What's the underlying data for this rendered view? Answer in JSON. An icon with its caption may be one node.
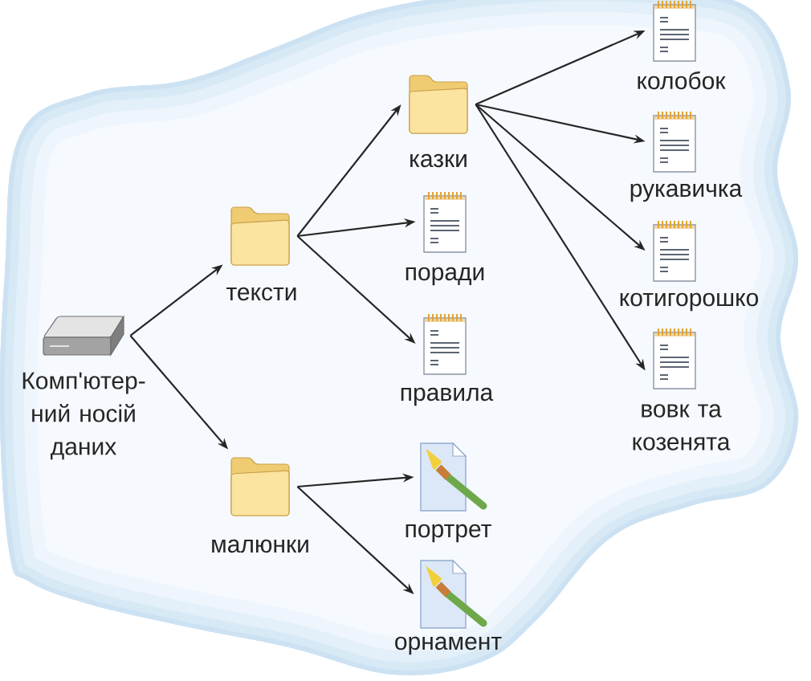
{
  "diagram": {
    "nodes": [
      {
        "text": [
          "Комп'ютер- ний носій даних"
        ]
      },
      {
        "text": [
          "тексти"
        ]
      },
      {
        "text": [
          "малюнки"
        ]
      },
      {
        "text": [
          "казки"
        ]
      },
      {
        "text": [
          "поради"
        ]
      },
      {
        "text": [
          "правила"
        ]
      },
      {
        "text": [
          "портрет"
        ]
      },
      {
        "text": [
          "орнамент"
        ]
      },
      {
        "text": [
          "колобок"
        ]
      },
      {
        "text": [
          "рукавичка"
        ]
      },
      {
        "text": [
          "котигорошко"
        ]
      },
      {
        "text": [
          "вовк та козенята"
        ]
      }
    ],
    "edges": [
      {
        "from": 0,
        "to": 1,
        "arrow": "to"
      },
      {
        "from": 0,
        "to": 2,
        "arrow": "to"
      },
      {
        "from": 1,
        "to": 3,
        "arrow": "to"
      },
      {
        "from": 1,
        "to": 4,
        "arrow": "to"
      },
      {
        "from": 1,
        "to": 5,
        "arrow": "to"
      },
      {
        "from": 2,
        "to": 6,
        "arrow": "to"
      },
      {
        "from": 2,
        "to": 7,
        "arrow": "to"
      },
      {
        "from": 3,
        "to": 8,
        "arrow": "to"
      },
      {
        "from": 3,
        "to": 9,
        "arrow": "to"
      },
      {
        "from": 3,
        "to": 10,
        "arrow": "to"
      },
      {
        "from": 3,
        "to": 11,
        "arrow": "to"
      }
    ]
  }
}
